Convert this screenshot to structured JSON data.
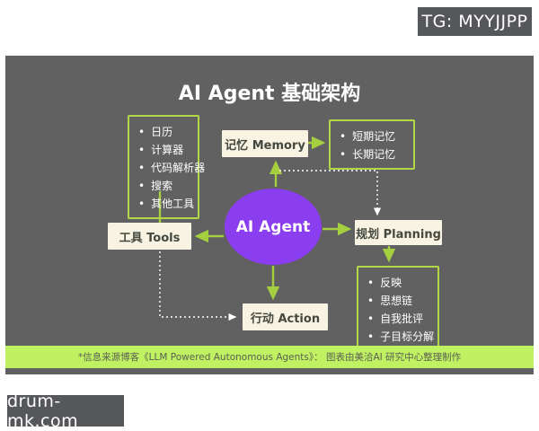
{
  "overlays": {
    "tg_badge": "TG: MYYJJPP",
    "watermark": "drum-mk.com"
  },
  "diagram": {
    "title": "AI Agent 基础架构",
    "center": {
      "label": "AI Agent"
    },
    "nodes": {
      "memory": {
        "label": "记忆 Memory"
      },
      "tools": {
        "label": "工具 Tools"
      },
      "planning": {
        "label": "规划 Planning"
      },
      "action": {
        "label": "行动 Action"
      }
    },
    "lists": {
      "tools_list": {
        "items": [
          "日历",
          "计算器",
          "代码解析器",
          "搜索",
          "其他工具"
        ]
      },
      "memory_list": {
        "items": [
          "短期记忆",
          "长期记忆"
        ]
      },
      "planning_list": {
        "items": [
          "反映",
          "思想链",
          "自我批评",
          "子目标分解"
        ]
      }
    },
    "footer": "*信息来源博客《LLM Powered Autonomous Agents》： 图表由美洽AI 研究中心整理制作"
  },
  "colors": {
    "panel": "#616161",
    "badge": "#55575a",
    "accent": "#a6cf3f",
    "accent-border": "#b2d848",
    "bar": "#c0f163",
    "purple": "#8b3df0",
    "cream": "#f8f3e3",
    "ink": "#44483e",
    "bar-ink": "#5a5f52"
  }
}
